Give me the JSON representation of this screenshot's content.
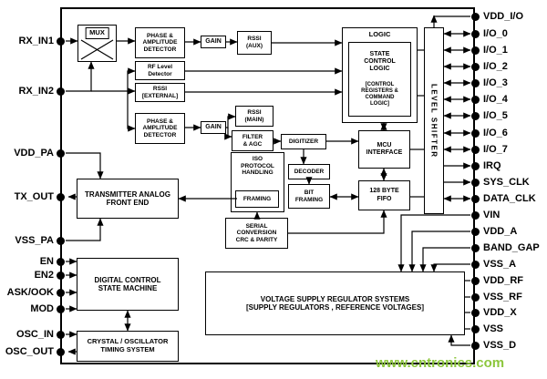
{
  "diagram": {
    "watermark": "www.cntronics.com",
    "watermark_color": "#8CC63C"
  },
  "pins": {
    "left": [
      {
        "label": "RX_IN1"
      },
      {
        "label": "RX_IN2"
      },
      {
        "label": "VDD_PA"
      },
      {
        "label": "TX_OUT"
      },
      {
        "label": "VSS_PA"
      },
      {
        "label": "EN"
      },
      {
        "label": "EN2"
      },
      {
        "label": "ASK/OOK"
      },
      {
        "label": "MOD"
      },
      {
        "label": "OSC_IN"
      },
      {
        "label": "OSC_OUT"
      }
    ],
    "right": [
      {
        "label": "VDD_I/O"
      },
      {
        "label": "I/O_0"
      },
      {
        "label": "I/O_1"
      },
      {
        "label": "I/O_2"
      },
      {
        "label": "I/O_3"
      },
      {
        "label": "I/O_4"
      },
      {
        "label": "I/O_5"
      },
      {
        "label": "I/O_6"
      },
      {
        "label": "I/O_7"
      },
      {
        "label": "IRQ"
      },
      {
        "label": "SYS_CLK"
      },
      {
        "label": "DATA_CLK"
      },
      {
        "label": "VIN"
      },
      {
        "label": "VDD_A"
      },
      {
        "label": "BAND_GAP"
      },
      {
        "label": "VSS_A"
      },
      {
        "label": "VDD_RF"
      },
      {
        "label": "VSS_RF"
      },
      {
        "label": "VDD_X"
      },
      {
        "label": "VSS"
      },
      {
        "label": "VSS_D"
      }
    ]
  },
  "blocks": {
    "mux": "MUX",
    "pa_detector_1": "PHASE &\nAMPLITUDE\nDETECTOR",
    "gain_1": "GAIN",
    "rssi_aux": "RSSI\n(AUX)",
    "rf_level_detector": "RF Level\nDetector",
    "rssi_external": "RSSI\n[EXTERNAL]",
    "pa_detector_2": "PHASE &\nAMPLITUDE\nDETECTOR",
    "gain_2": "GAIN",
    "rssi_main": "RSSI\n(MAIN)",
    "filter_agc": "FILTER\n& AGC",
    "digitizer": "DIGITIZER",
    "logic_title": "LOGIC",
    "state_control_logic": "STATE\nCONTROL\nLOGIC",
    "control_registers": "[CONTROL\nREGISTERS &\nCOMMAND\nLOGIC]",
    "level_shifter": "LEVEL SHIFTER",
    "mcu_interface": "MCU\nINTERFACE",
    "fifo": "128 BYTE\nFIFO",
    "iso_protocol": "ISO\nPROTOCOL\nHANDLING",
    "decoder": "DECODER",
    "bit_framing": "BIT\nFRAMING",
    "framing": "FRAMING",
    "serial_conversion": "SERIAL\nCONVERSION\nCRC & PARITY",
    "tx_afe": "TRANSMITTER ANALOG\nFRONT END",
    "digital_control": "DIGITAL CONTROL\nSTATE MACHINE",
    "crystal": "CRYSTAL / OSCILLATOR\nTIMING SYSTEM",
    "voltage_regulator": "VOLTAGE SUPPLY REGULATOR SYSTEMS\n[SUPPLY REGULATORS , REFERENCE VOLTAGES]"
  }
}
